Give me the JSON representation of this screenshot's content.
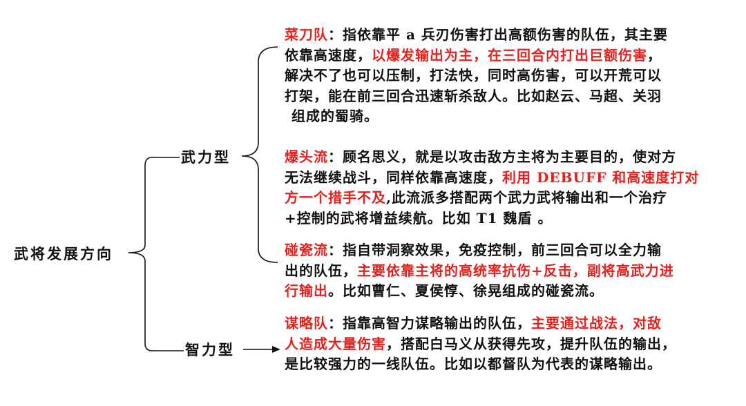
{
  "colors": {
    "text": "#111111",
    "highlight": "#e8201c",
    "background": "#ffffff"
  },
  "diagram": {
    "root": "武将发展方向",
    "branches": [
      {
        "label": "武力型"
      },
      {
        "label": "智力型"
      }
    ],
    "descriptions": {
      "caidao": {
        "l1_name": "菜刀队",
        "l1_rest": "：指依靠平 a 兵刃伤害打出高额伤害的队伍，其主要",
        "l2_a": "依靠高速度，",
        "l2_hl": "以爆发输出为主，在三回合内打出巨额伤害",
        "l2_b": "，",
        "l3": "解决不了也可以压制，打法快，同时高伤害，可以开荒可以",
        "l4": "打架，能在前三回合迅速斩杀敌人。比如赵云、马超、关羽",
        "l5": "组成的蜀骑。"
      },
      "baotou": {
        "l1_name": "爆头流",
        "l1_rest": "：顾名思义，就是以攻击敌方主将为主要目的，使对方",
        "l2_a": "无法继续战斗，同样依靠高速度，",
        "l2_hl": "利用 DEBUFF 和高速度打对",
        "l3_hl": "方一个措手不及",
        "l3_b": ",此流派多搭配两个武力武将输出和一个治疗",
        "l4": "+控制的武将增益续航。比如 T1 魏盾 。"
      },
      "pengci": {
        "l1_name": "碰瓷流",
        "l1_rest": "：指自带洞察效果，免疫控制，前三回合可以全力输",
        "l2_a": "出的队伍，",
        "l2_hl": "主要依靠主将的高统率抗伤+反击，副将高武力进",
        "l3_hl": "行输出",
        "l3_b": "。比如曹仁、夏侯惇、徐晃组成的碰瓷流。"
      },
      "moulue": {
        "l1_name": "谋略队",
        "l1_rest": "：指靠高智力谋略输出的队伍，",
        "l1_hl": "主要通过战法，对敌",
        "l2_hl": "人造成大量伤害",
        "l2_b": "，搭配白马义从获得先攻，提升队伍的输出，",
        "l3": "是比较强力的一线队伍。比如以都督队为代表的谋略输出。"
      }
    }
  }
}
